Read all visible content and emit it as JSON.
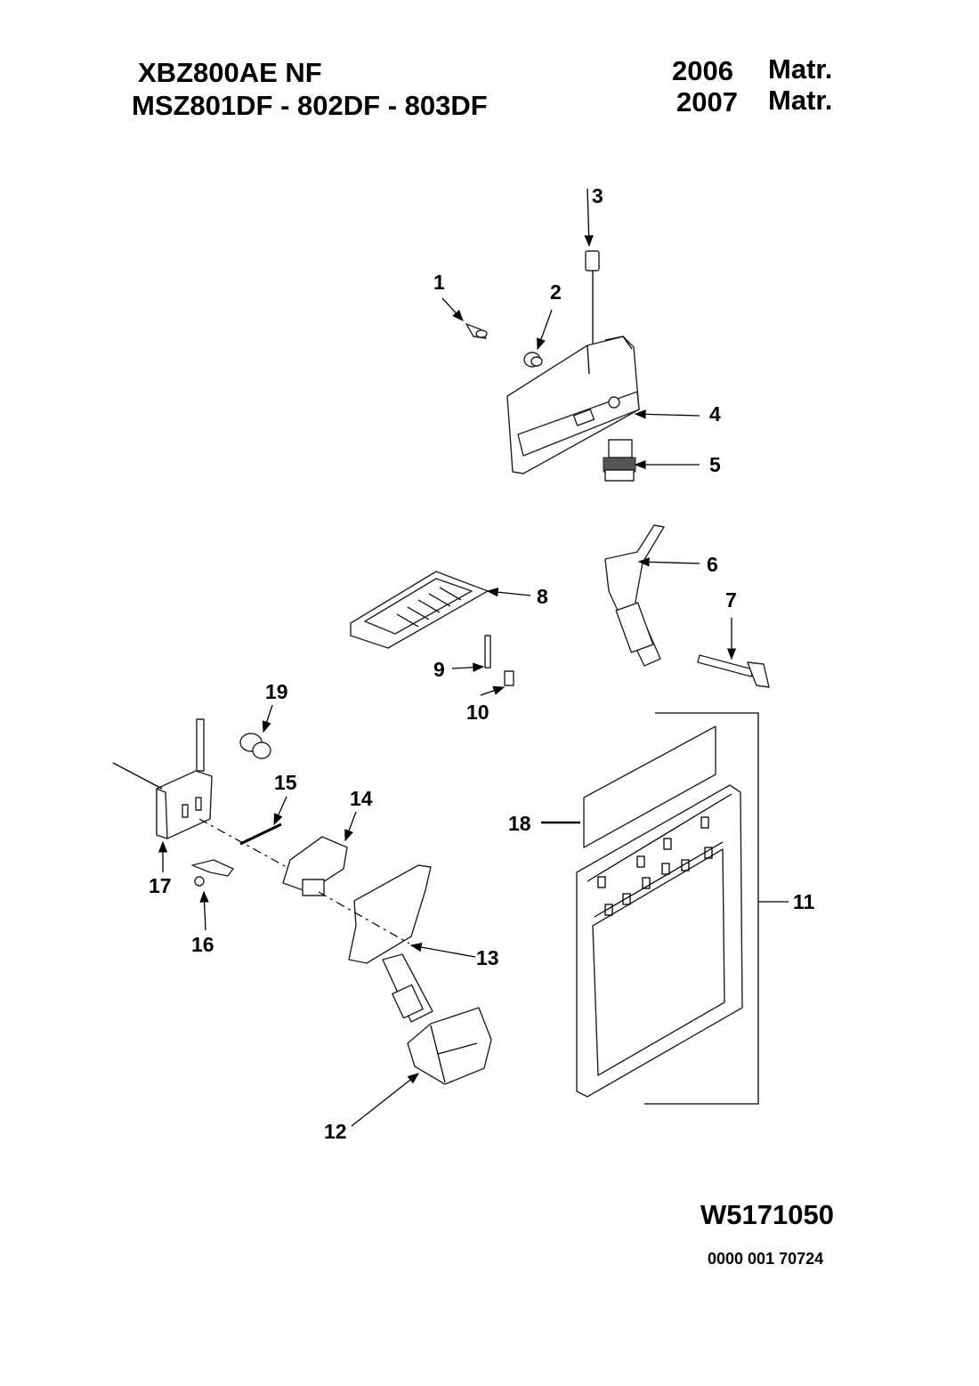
{
  "header": {
    "model_line_1": "XBZ800AE NF",
    "model_line_2": "MSZ801DF - 802DF - 803DF",
    "year_1": "2006",
    "year_2": "2007",
    "matr_1": "Matr.",
    "matr_2": "Matr."
  },
  "callouts": [
    "1",
    "2",
    "3",
    "4",
    "5",
    "6",
    "7",
    "8",
    "9",
    "10",
    "11",
    "12",
    "13",
    "14",
    "15",
    "16",
    "17",
    "18",
    "19"
  ],
  "footer": {
    "document_number": "W5171050",
    "barcode_number": "0000 001 70724"
  }
}
